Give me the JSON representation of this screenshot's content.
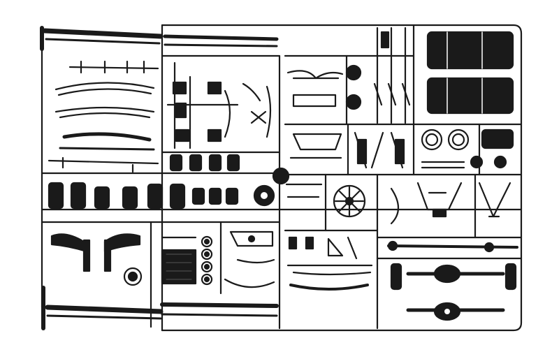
{
  "image": {
    "kind": "model kit sprue (parts tree) line drawing",
    "colors": {
      "background": "#ffffff",
      "plastic": "#1a1a1a",
      "outline": "#1a1a1a"
    }
  },
  "parts": {
    "fuel_tanks": 2,
    "wheel_rims": 2,
    "air_tanks": 7,
    "axle_housings": 2
  }
}
